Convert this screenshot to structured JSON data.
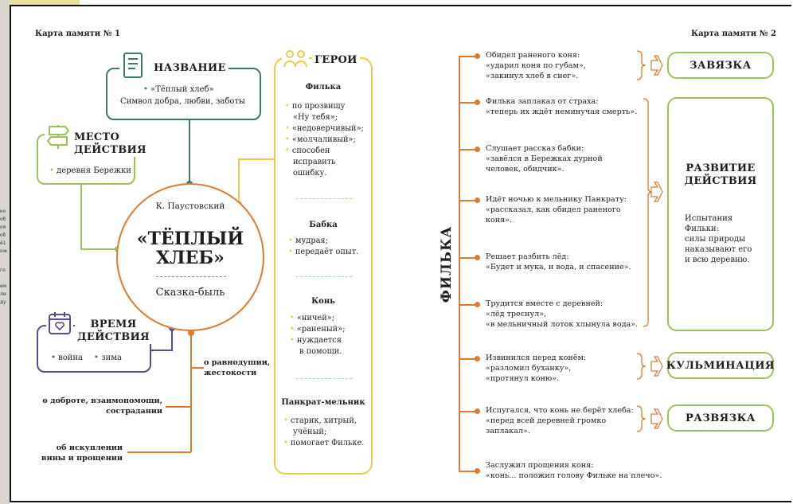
{
  "left_strip_fragments": [
    "ко",
    "об",
    "оя",
    "об",
    "ё1",
    "ож",
    "го",
    "ем",
    "ли",
    "ду"
  ],
  "map1": {
    "title": "Карта памяти № 1",
    "name": {
      "header": "НАЗВАНИЕ",
      "line1": "«Тёплый хлеб»",
      "line2": "Символ добра, любви, заботы"
    },
    "place": {
      "header1": "МЕСТО",
      "header2": "ДЕЙСТВИЯ",
      "item": "деревня Бережки"
    },
    "time": {
      "header1": "ВРЕМЯ",
      "header2": "ДЕЙСТВИЯ",
      "item1": "война",
      "item2": "зима"
    },
    "center": {
      "author": "К. Паустовский",
      "title1": "«ТЁПЛЫЙ",
      "title2": "ХЛЕБ»",
      "genre": "Сказка-быль"
    },
    "themes": {
      "t1a": "о равнодушии,",
      "t1b": "жестокости",
      "t2a": "о доброте, взаимопомощи,",
      "t2b": "сострадании",
      "t3a": "об искуплении",
      "t3b": "вины и прощении"
    },
    "heroes": {
      "header": "ГЕРОИ",
      "filka": {
        "name": "Филька",
        "items": [
          "по прозвищу",
          "«Ну тебя»;",
          "«недоверчивый»;",
          "«молчаливый»;",
          "способен",
          "исправить",
          "ошибку."
        ]
      },
      "babka": {
        "name": "Бабка",
        "items": [
          "мудрая;",
          "передаёт опыт."
        ]
      },
      "kon": {
        "name": "Конь",
        "items": [
          "«ничей»;",
          "«раненый»;",
          "нуждается",
          "в помощи."
        ]
      },
      "pankrat": {
        "name": "Панкрат-мельник",
        "items": [
          "старик, хитрый,",
          "учёный;",
          "помогает Фильке."
        ]
      }
    }
  },
  "map2": {
    "title": "Карта памяти № 2",
    "vertical_label": "ФИЛЬКА",
    "events": [
      {
        "l1": "Обидел раненого коня:",
        "l2": "«ударил коня по губам»,",
        "l3": "«закинул хлеб в снег»."
      },
      {
        "l1": "Филька заплакал от страха:",
        "l2": "«теперь их ждёт неминучая смерть».",
        "l3": ""
      },
      {
        "l1": "Слушает рассказ бабки:",
        "l2": "«завёлся в Бережках дурной",
        "l3": "человек, обидчик»."
      },
      {
        "l1": "Идёт ночью к мельнику Панкрату:",
        "l2": "«рассказал, как обидел раненого",
        "l3": "коня»."
      },
      {
        "l1": "Решает разбить лёд:",
        "l2": "«Будет и мука, и вода, и спасение».",
        "l3": ""
      },
      {
        "l1": "Трудится вместе с деревней:",
        "l2": "«лёд треснул»,",
        "l3": "«в мельничный лоток хлынула вода»."
      },
      {
        "l1": "Извинился перед конём:",
        "l2": "«разломил буханку»,",
        "l3": "«протянул коню»."
      },
      {
        "l1": "Испугался, что конь не берёт хлеба:",
        "l2": "«перед всей деревней громко",
        "l3": "заплакал»."
      },
      {
        "l1": "Заслужил прощения коня:",
        "l2": "«конь... положил голову Фильке на плечо».",
        "l3": ""
      }
    ],
    "stages": {
      "zavyazka": "ЗАВЯЗКА",
      "razvitie1": "РАЗВИТИЕ",
      "razvitie2": "ДЕЙСТВИЯ",
      "razvitie_text": [
        "Испытания",
        "Фильки:",
        "силы природы",
        "наказывают его",
        "и всю деревню."
      ],
      "kulminaciya": "КУЛЬМИНАЦИЯ",
      "razvyazka": "РАЗВЯЗКА"
    }
  }
}
